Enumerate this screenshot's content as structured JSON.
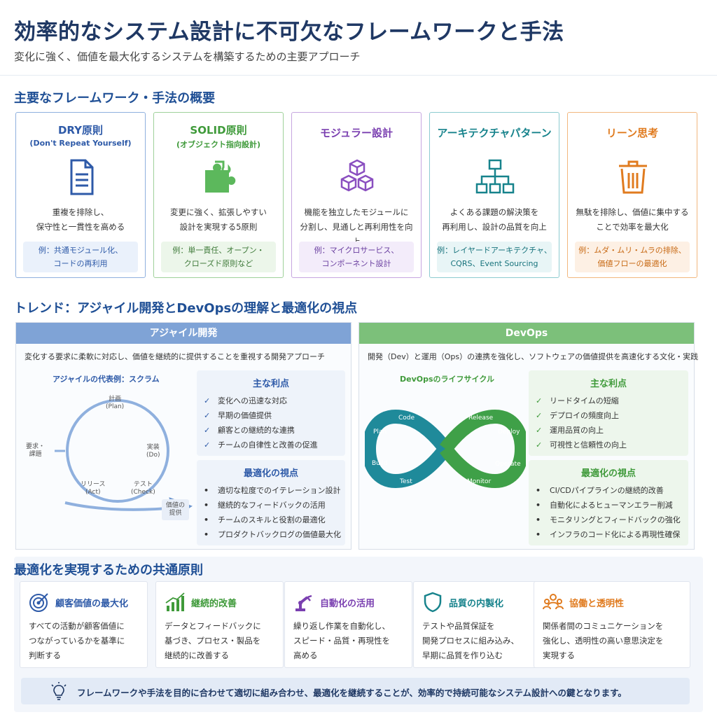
{
  "header": {
    "title": "効率的なシステム設計に不可欠なフレームワークと手法",
    "subtitle": "変化に強く、価値を最大化するシステムを構築するための主要アプローチ"
  },
  "frameworks": {
    "heading": "主要なフレームワーク・手法の概要",
    "cards": [
      {
        "title": "DRY原則",
        "subtitle": "(Don't Repeat Yourself)",
        "icon": "document-icon",
        "color": "#2e5aa8",
        "desc1": "重複を排除し、",
        "desc2": "保守性と一貫性を高める",
        "ex1": "例：共通モジュール化、",
        "ex2": "コードの再利用"
      },
      {
        "title": "SOLID原則",
        "subtitle": "(オブジェクト指向設計)",
        "icon": "puzzle-icon",
        "color": "#3f9a3a",
        "desc1": "変更に強く、拡張しやすい",
        "desc2": "設計を実現する5原則",
        "ex1": "例：単一責任、オープン・",
        "ex2": "クローズド原則など"
      },
      {
        "title": "モジュラー設計",
        "subtitle": "",
        "icon": "cubes-icon",
        "color": "#7a3fb0",
        "desc1": "機能を独立したモジュールに",
        "desc2": "分割し、見通しと再利用性を向上",
        "ex1": "例：マイクロサービス、",
        "ex2": "コンポーネント設計"
      },
      {
        "title": "アーキテクチャパターン",
        "subtitle": "",
        "icon": "hierarchy-icon",
        "color": "#17838c",
        "desc1": "よくある課題の解決策を",
        "desc2": "再利用し、設計の品質を向上",
        "ex1": "例：レイヤードアーキテクチャ、",
        "ex2": "CQRS、Event Sourcing"
      },
      {
        "title": "リーン思考",
        "subtitle": "",
        "icon": "trash-icon",
        "color": "#e07b1f",
        "desc1": "無駄を排除し、価値に集中する",
        "desc2": "ことで効率を最大化",
        "ex1": "例：ムダ・ムリ・ムラの排除、",
        "ex2": "価値フローの最適化"
      }
    ]
  },
  "trend": {
    "heading": "トレンド：アジャイル開発とDevOpsの理解と最適化の視点",
    "agile": {
      "title": "アジャイル開発",
      "desc": "変化する要求に柔軟に対応し、価値を継続的に提供することを重視する開発アプローチ",
      "diagram_title": "アジャイルの代表例：スクラム",
      "cycle": {
        "plan": "計画",
        "plan_en": "(Plan)",
        "do": "実装",
        "do_en": "(Do)",
        "check": "テスト",
        "check_en": "(Check)",
        "act": "リリース",
        "act_en": "(Act)",
        "input1": "要求・",
        "input2": "課題",
        "output1": "価値の",
        "output2": "提供"
      },
      "benefits_title": "主な利点",
      "benefits": [
        "変化への迅速な対応",
        "早期の価値提供",
        "顧客との継続的な連携",
        "チームの自律性と改善の促進"
      ],
      "opt_title": "最適化の視点",
      "opt": [
        "適切な粒度でのイテレーション設計",
        "継続的なフィードバックの活用",
        "チームのスキルと役割の最適化",
        "プロダクトバックログの価値最大化"
      ]
    },
    "devops": {
      "title": "DevOps",
      "desc": "開発（Dev）と運用（Ops）の連携を強化し、ソフトウェアの価値提供を高速化する文化・実践",
      "diagram_title": "DevOpsのライフサイクル",
      "loop": {
        "plan": "Plan",
        "code": "Code",
        "build": "Build",
        "test": "Test",
        "release": "Release",
        "deploy": "Deploy",
        "operate": "Operate",
        "monitor": "Monitor"
      },
      "benefits_title": "主な利点",
      "benefits": [
        "リードタイムの短縮",
        "デプロイの頻度向上",
        "運用品質の向上",
        "可視性と信頼性の向上"
      ],
      "opt_title": "最適化の視点",
      "opt": [
        "CI/CDパイプラインの継続的改善",
        "自動化によるヒューマンエラー削減",
        "モニタリングとフィードバックの強化",
        "インフラのコード化による再現性確保"
      ]
    }
  },
  "principles": {
    "heading": "最適化を実現するための共通原則",
    "items": [
      {
        "title": "顧客価値の最大化",
        "icon": "target-icon",
        "color": "#2e5aa8",
        "d1": "すべての活動が顧客価値に",
        "d2": "つながっているかを基準に",
        "d3": "判断する"
      },
      {
        "title": "継続的改善",
        "icon": "growth-chart-icon",
        "color": "#3f9a3a",
        "d1": "データとフィードバックに",
        "d2": "基づき、プロセス・製品を",
        "d3": "継続的に改善する"
      },
      {
        "title": "自動化の活用",
        "icon": "robot-arm-icon",
        "color": "#7a3fb0",
        "d1": "繰り返し作業を自動化し、",
        "d2": "スピード・品質・再現性を",
        "d3": "高める"
      },
      {
        "title": "品質の内製化",
        "icon": "shield-icon",
        "color": "#17838c",
        "d1": "テストや品質保証を",
        "d2": "開発プロセスに組み込み、",
        "d3": "早期に品質を作り込む"
      },
      {
        "title": "協働と透明性",
        "icon": "team-icon",
        "color": "#e07b1f",
        "d1": "関係者間のコミュニケーションを",
        "d2": "強化し、透明性の高い意思決定を",
        "d3": "実現する"
      }
    ]
  },
  "footer": {
    "icon": "lightbulb-icon",
    "text": "フレームワークや手法を目的に合わせて適切に組み合わせ、最適化を継続することが、効率的で持続可能なシステム設計への鍵となります。"
  }
}
